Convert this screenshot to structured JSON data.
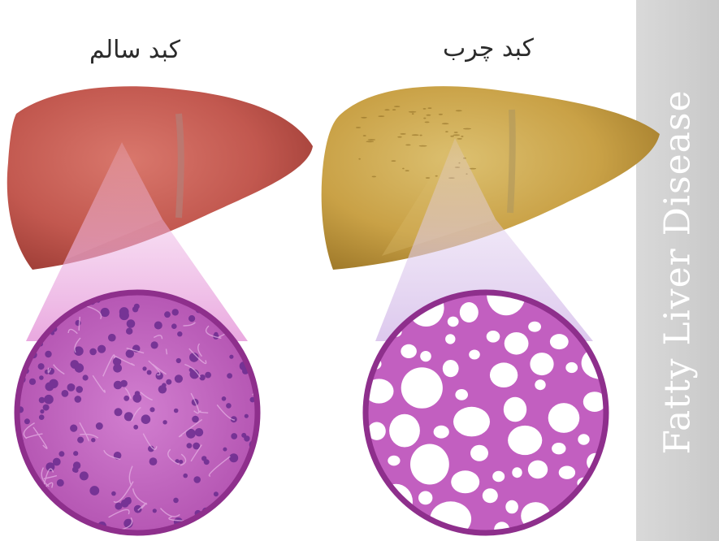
{
  "labels": {
    "healthy": "کبد سالم",
    "fatty": "کبد چرب",
    "side_banner": "Fatty Liver Disease"
  },
  "colors": {
    "healthy_liver": "#c2584f",
    "fatty_liver": "#c9a146",
    "tissue": "#c25fc0",
    "ring": "#8e2f8c",
    "side_band": "#d2d2d2"
  }
}
